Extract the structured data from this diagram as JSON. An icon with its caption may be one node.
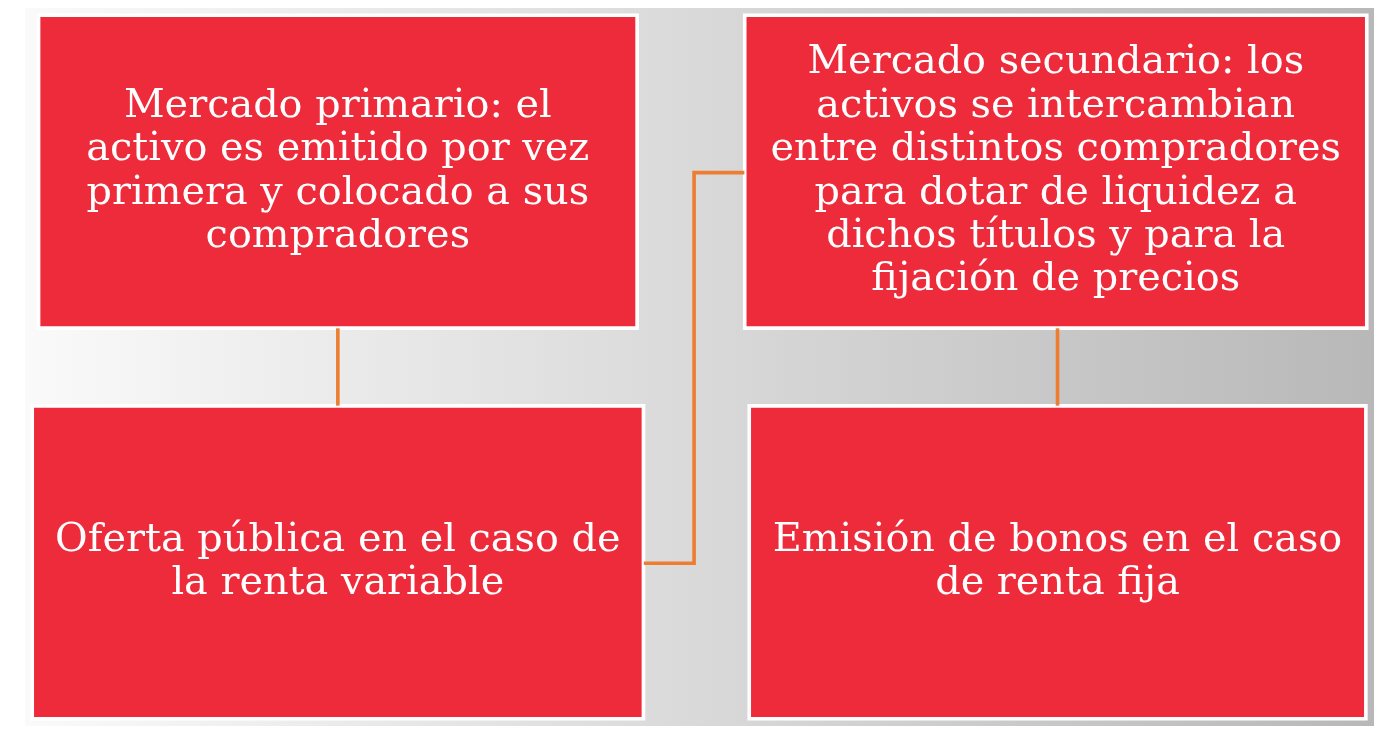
{
  "diagram": {
    "nodes": [
      {
        "text": [
          "Mercado primario: el activo es emitido por vez primera y colocado a sus compradores"
        ]
      },
      {
        "text": [
          "Mercado secundario: los activos se intercambian entre distintos compradores para dotar de liquidez a dichos títulos y para la fijación de precios"
        ]
      },
      {
        "text": [
          "Oferta pública en el caso de la renta variable"
        ]
      },
      {
        "text": [
          "Emisión de bonos en el caso de renta fija"
        ]
      }
    ],
    "edges": [
      {
        "from": 0,
        "to": 2,
        "arrow": "none"
      },
      {
        "from": 1,
        "to": 2,
        "arrow": "none"
      },
      {
        "from": 1,
        "to": 3,
        "arrow": "none"
      }
    ]
  }
}
